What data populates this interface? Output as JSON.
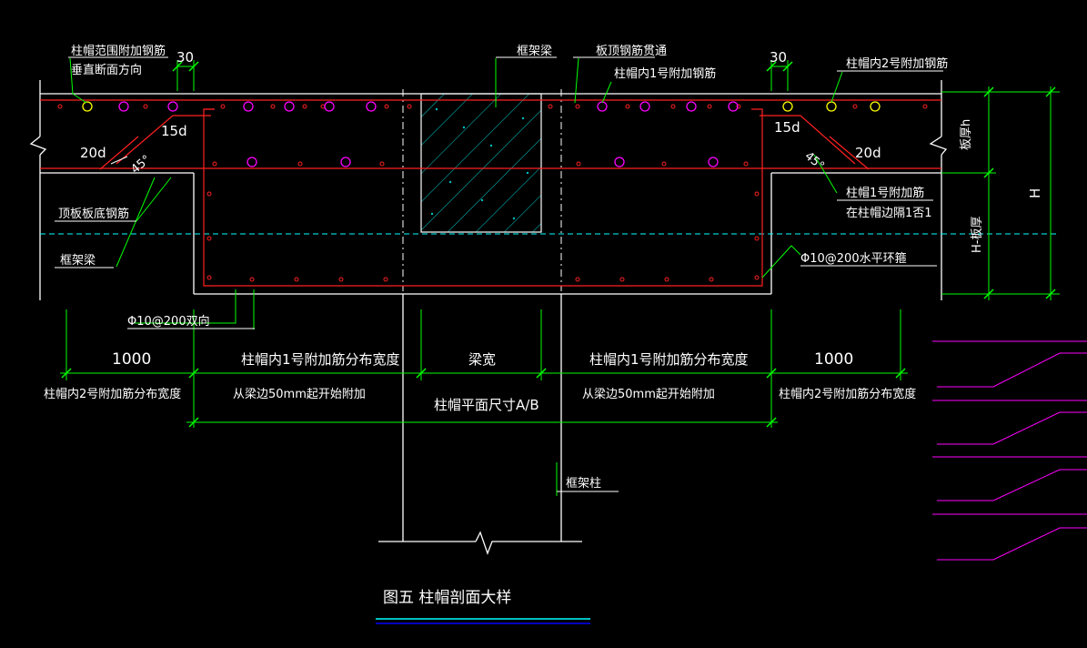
{
  "colors": {
    "background": "#000000",
    "white": "#ffffff",
    "red": "#ff2020",
    "green": "#00ff00",
    "cyan": "#00ffff",
    "magenta": "#ff00ff",
    "yellow": "#ffff00",
    "blue": "#0000ff",
    "hatch": "#00bfbf"
  },
  "labels": {
    "cap_rebar_note": "柱帽范围附加钢筋",
    "perpendicular_note": "垂直断面方向",
    "dim_30_left": "30",
    "dim_30_right": "30",
    "frame_beam_top": "框架梁",
    "slab_top_rebar": "板顶钢筋贯通",
    "inner_rebar_1": "柱帽内1号附加钢筋",
    "inner_rebar_2": "柱帽内2号附加钢筋",
    "anchor_15d_left": "15d",
    "anchor_15d_right": "15d",
    "anchor_20d_left": "20d",
    "anchor_20d_right": "20d",
    "angle_left": "45°",
    "angle_right": "45°",
    "slab_thickness": "板厚h",
    "cap_height": "H-板厚",
    "total_height": "H",
    "slab_bottom_rebar": "顶板板底钢筋",
    "frame_beam_left": "框架梁",
    "rebar1_note_a": "柱帽1号附加筋",
    "rebar1_note_b": "在柱帽边隔1否1",
    "hoop_note": "Φ10@200水平环箍",
    "two_way_note": "Φ10@200双向",
    "dim_1000_left": "1000",
    "dim_1000_right": "1000",
    "dim_width_1_left": "柱帽内1号附加筋分布宽度",
    "dim_width_1_right": "柱帽内1号附加筋分布宽度",
    "dim_beam_width": "梁宽",
    "dist_2_left": "柱帽内2号附加筋分布宽度",
    "dist_2_right": "柱帽内2号附加筋分布宽度",
    "start_50_left": "从梁边50mm起开始附加",
    "start_50_right": "从梁边50mm起开始附加",
    "cap_plan_size": "柱帽平面尺寸A/B",
    "frame_column": "框架柱",
    "figure_title": "图五  柱帽剖面大样"
  }
}
